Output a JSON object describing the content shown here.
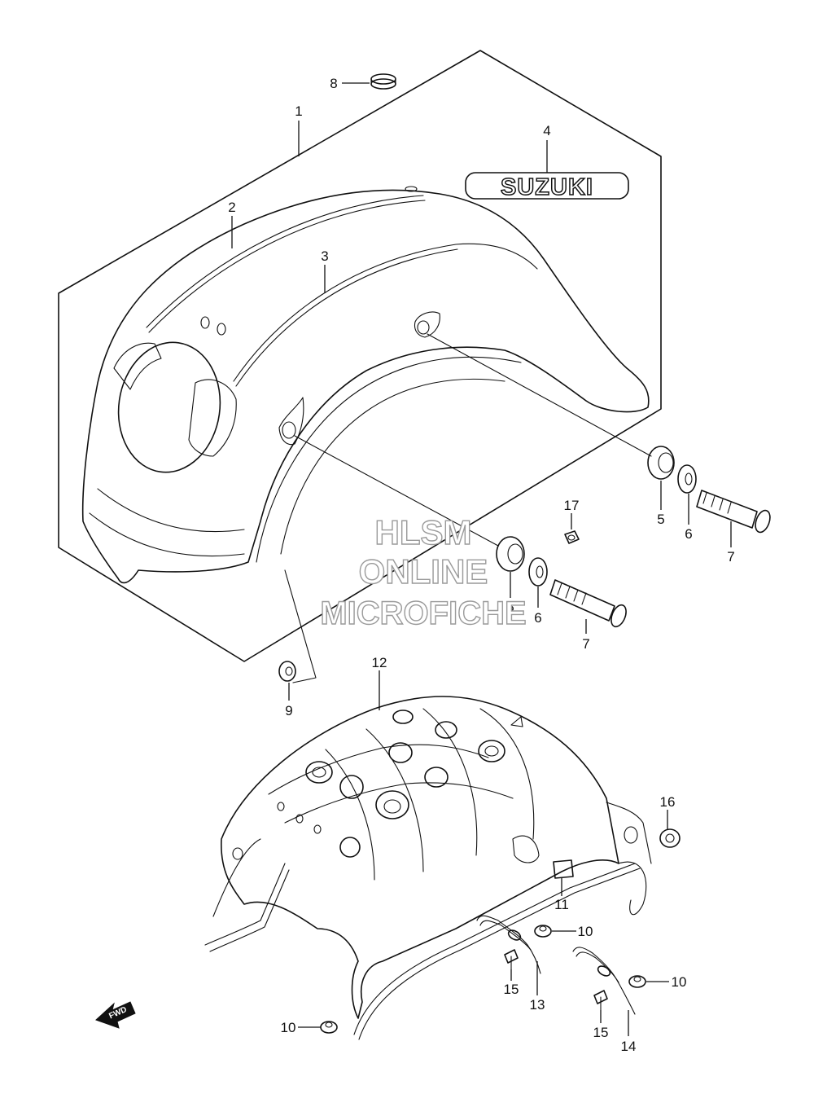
{
  "callouts": {
    "c1": "1",
    "c2": "2",
    "c3": "3",
    "c4": "4",
    "c5a": "5",
    "c5b": "5",
    "c6a": "6",
    "c6b": "6",
    "c7a": "7",
    "c7b": "7",
    "c8": "8",
    "c9": "9",
    "c10a": "10",
    "c10b": "10",
    "c10c": "10",
    "c11": "11",
    "c12": "12",
    "c13": "13",
    "c14": "14",
    "c15a": "15",
    "c15b": "15",
    "c16": "16",
    "c17": "17"
  },
  "emblem_text": "SUZUKI",
  "fwd_label": "FWD",
  "watermark": {
    "line1": "HLSM",
    "line2": "ONLINE",
    "line3": "MICROFICHE"
  }
}
